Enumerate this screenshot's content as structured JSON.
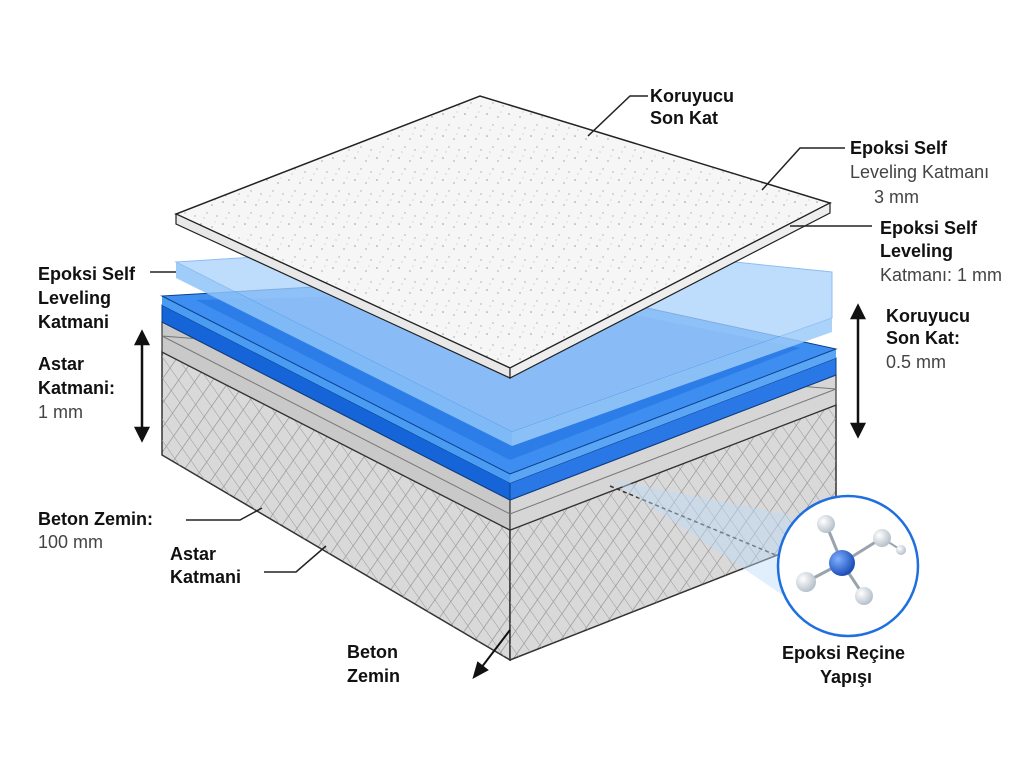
{
  "labels": {
    "top_coat_top": [
      "Koruyucu",
      "Son Kat"
    ],
    "self_level_upper_right": [
      "Epoksi Self",
      "Leveling Katmanı",
      "3 mm"
    ],
    "self_level_lower_right": [
      "Epoksi Self",
      "Leveling",
      "Katmanı: 1 mm"
    ],
    "top_coat_right": [
      "Koruyucu",
      "Son Kat:",
      "0.5 mm"
    ],
    "self_level_left": [
      "Epoksi Self",
      "Leveling",
      "Katmani"
    ],
    "primer_left": [
      "Astar",
      "Katmani:",
      "1 mm"
    ],
    "concrete_left": [
      "Beton Zemin:",
      "100 mm"
    ],
    "primer_bottom": [
      "Astar",
      "Katmani"
    ],
    "concrete_bottom": [
      "Beton",
      "Zemin"
    ],
    "resin_structure": [
      "Epoksi Reçine",
      "Yapışı"
    ]
  },
  "colors": {
    "concrete": "#cfcfcf",
    "blue_dark": "#1565d8",
    "blue_mid": "#3d8ef0",
    "blue_light": "#a9d2fb",
    "top_coat": "#f7f7f7",
    "molecule_center": "#1e5bd0"
  },
  "icons": [
    "up-down-arrow-icon",
    "down-arrow-icon",
    "molecule-icon"
  ]
}
